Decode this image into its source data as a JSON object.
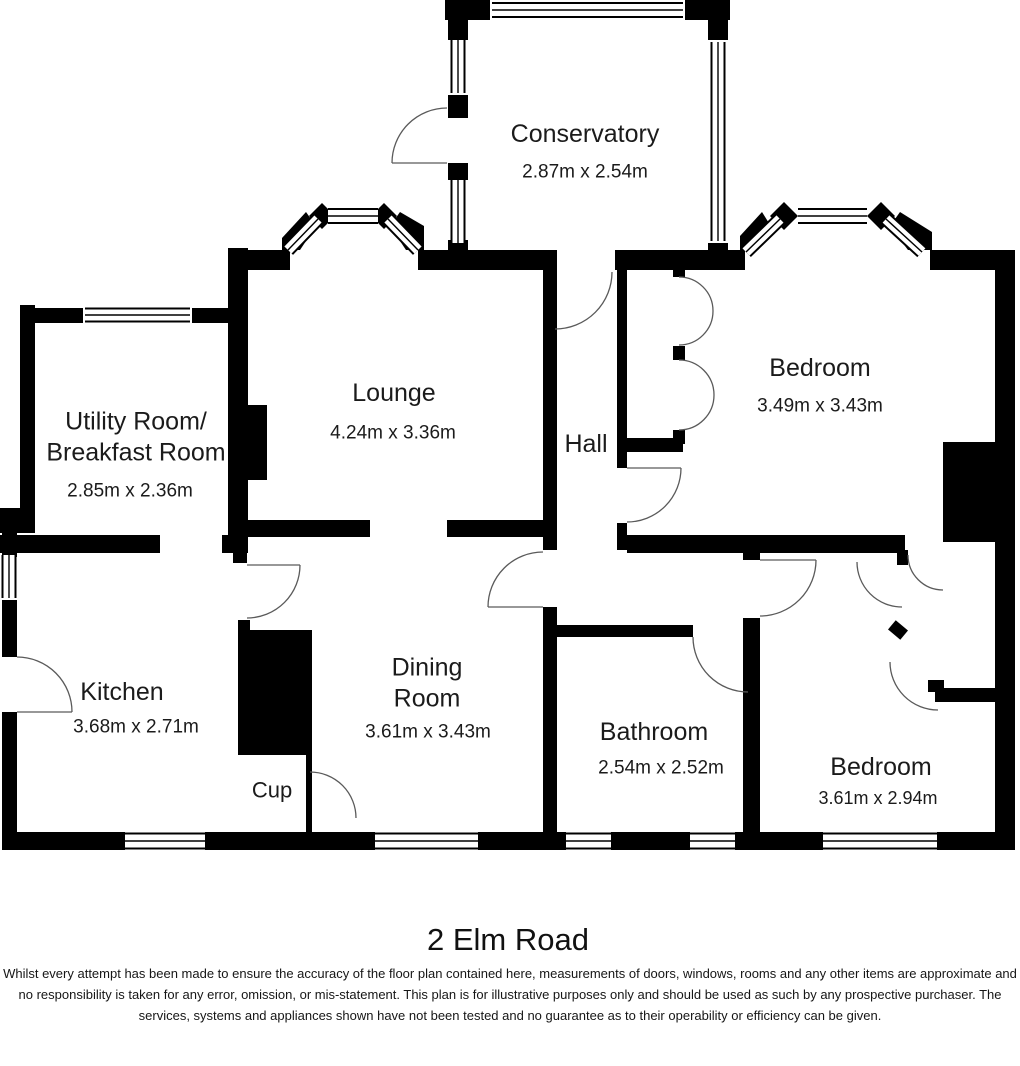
{
  "title": "2 Elm Road",
  "disclaimer": "Whilst every attempt has been made to ensure the accuracy of the floor plan contained here, measurements of doors, windows, rooms and any other items are approximate and no responsibility is taken for any error, omission, or mis-statement. This plan is for illustrative purposes only and should be used as such by any prospective purchaser. The services, systems and appliances shown have not been tested and no guarantee as to their operability or efficiency can be given.",
  "rooms": {
    "conservatory": {
      "name": "Conservatory",
      "dims": "2.87m x 2.54m"
    },
    "utility": {
      "name": "Utility Room/",
      "name2": "Breakfast Room",
      "dims": "2.85m x 2.36m"
    },
    "lounge": {
      "name": "Lounge",
      "dims": "4.24m x 3.36m"
    },
    "hall": {
      "name": "Hall"
    },
    "bedroom1": {
      "name": "Bedroom",
      "dims": "3.49m x 3.43m"
    },
    "kitchen": {
      "name": "Kitchen",
      "dims": "3.68m x 2.71m"
    },
    "dining": {
      "name": "Dining",
      "name2": "Room",
      "dims": "3.61m x 3.43m"
    },
    "cupboard": {
      "name": "Cup"
    },
    "bathroom": {
      "name": "Bathroom",
      "dims": "2.54m x 2.52m"
    },
    "bedroom2": {
      "name": "Bedroom",
      "dims": "3.61m x 2.94m"
    }
  },
  "colors": {
    "wall": "#000000",
    "background": "#ffffff",
    "door_arc": "#5a5a5a"
  }
}
